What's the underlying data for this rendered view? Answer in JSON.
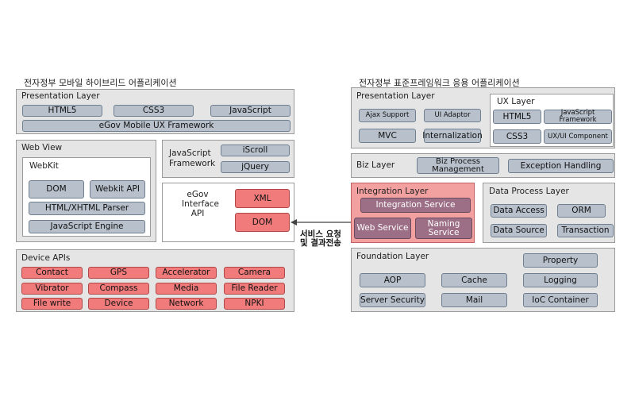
{
  "left": {
    "title": "전자정부 모바일 하이브리드 어플리케이션",
    "presentation": {
      "label": "Presentation Layer",
      "items": [
        "HTML5",
        "CSS3",
        "JavaScript"
      ],
      "framework": "eGov Mobile UX Framework"
    },
    "webview": {
      "label": "Web View",
      "webkit": {
        "label": "WebKit",
        "dom": "DOM",
        "api": "Webkit API",
        "parser": "HTML/XHTML Parser",
        "engine": "JavaScript Engine"
      }
    },
    "jsframework": {
      "label": "JavaScript Framework",
      "items": [
        "iScroll",
        "jQuery"
      ]
    },
    "interface": {
      "label": "eGov Interface API",
      "xml": "XML",
      "dom": "DOM"
    },
    "device": {
      "label": "Device APIs",
      "items": [
        "Contact",
        "GPS",
        "Accelerator",
        "Camera",
        "Vibrator",
        "Compass",
        "Media",
        "File Reader",
        "File write",
        "Device",
        "Network",
        "NPKI"
      ]
    }
  },
  "connector": {
    "line1": "서비스 요청",
    "line2": "및 결과전송"
  },
  "right": {
    "title": "전자정부 표준프레임워크 응용 어플리케이션",
    "presentation": {
      "label": "Presentation Layer",
      "items": [
        "Ajax Support",
        "UI Adaptor",
        "MVC",
        "Internalization"
      ],
      "ux": {
        "label": "UX Layer",
        "html5": "HTML5",
        "jsf": "JavaScript Framework",
        "css3": "CSS3",
        "uxui": "UX/UI Component"
      }
    },
    "biz": {
      "label": "Biz Layer",
      "items": [
        "Biz Process Management",
        "Exception Handling"
      ]
    },
    "integration": {
      "label": "Integration Layer",
      "service": "Integration Service",
      "web": "Web Service",
      "naming": "Naming Service"
    },
    "dataprocess": {
      "label": "Data Process Layer",
      "items": [
        "Data Access",
        "ORM",
        "Data Source",
        "Transaction"
      ]
    },
    "foundation": {
      "label": "Foundation Layer",
      "items": [
        "Property",
        "AOP",
        "Cache",
        "Logging",
        "Server Security",
        "Mail",
        "IoC Container"
      ]
    }
  },
  "colors": {
    "panel": "#e5e5e5",
    "box": "#b7c0cb",
    "red": "#f17b7b",
    "integration": "#f2a0a0",
    "purple": "#9c6f86"
  }
}
